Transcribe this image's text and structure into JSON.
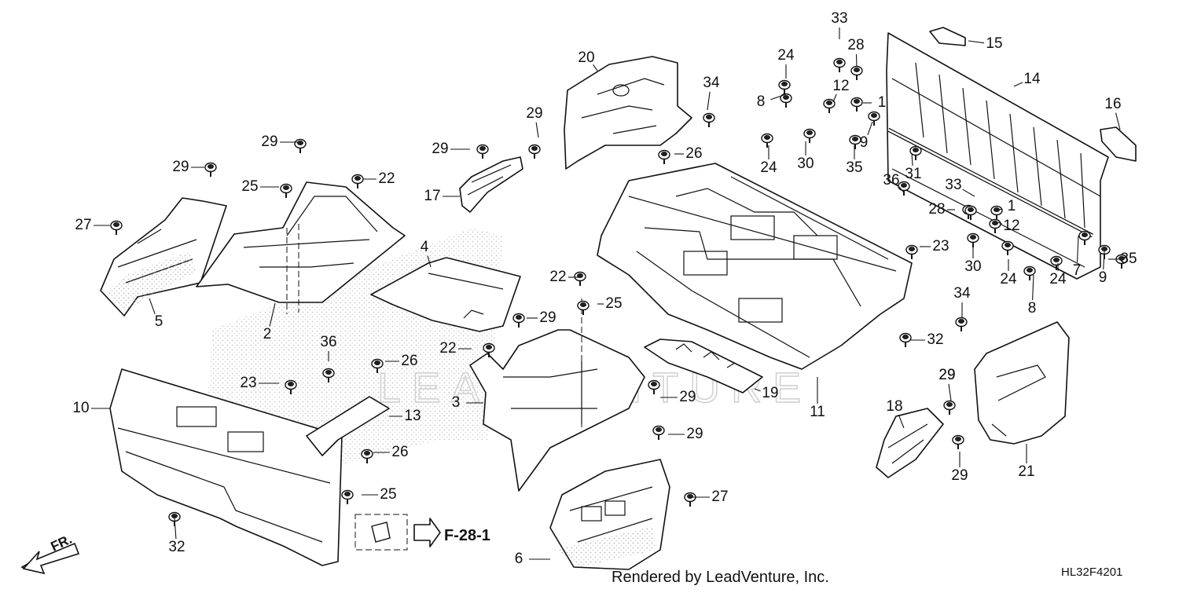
{
  "diagram": {
    "drawing_code": "HL32F4201",
    "credit": "Rendered by LeadVenture, Inc.",
    "watermark": "LEADVENTURE",
    "direction_label": "FR.",
    "reference": "F-28-1",
    "callouts": [
      "1",
      "1",
      "2",
      "3",
      "4",
      "5",
      "6",
      "7",
      "8",
      "8",
      "9",
      "9",
      "10",
      "11",
      "12",
      "12",
      "13",
      "14",
      "15",
      "16",
      "17",
      "18",
      "19",
      "20",
      "21",
      "22",
      "22",
      "22",
      "23",
      "23",
      "24",
      "24",
      "24",
      "24",
      "25",
      "25",
      "25",
      "26",
      "26",
      "26",
      "27",
      "27",
      "28",
      "28",
      "29",
      "29",
      "29",
      "29",
      "29",
      "29",
      "29",
      "29",
      "29",
      "29",
      "30",
      "30",
      "31",
      "32",
      "32",
      "33",
      "33",
      "34",
      "34",
      "35",
      "35",
      "36",
      "36"
    ]
  }
}
